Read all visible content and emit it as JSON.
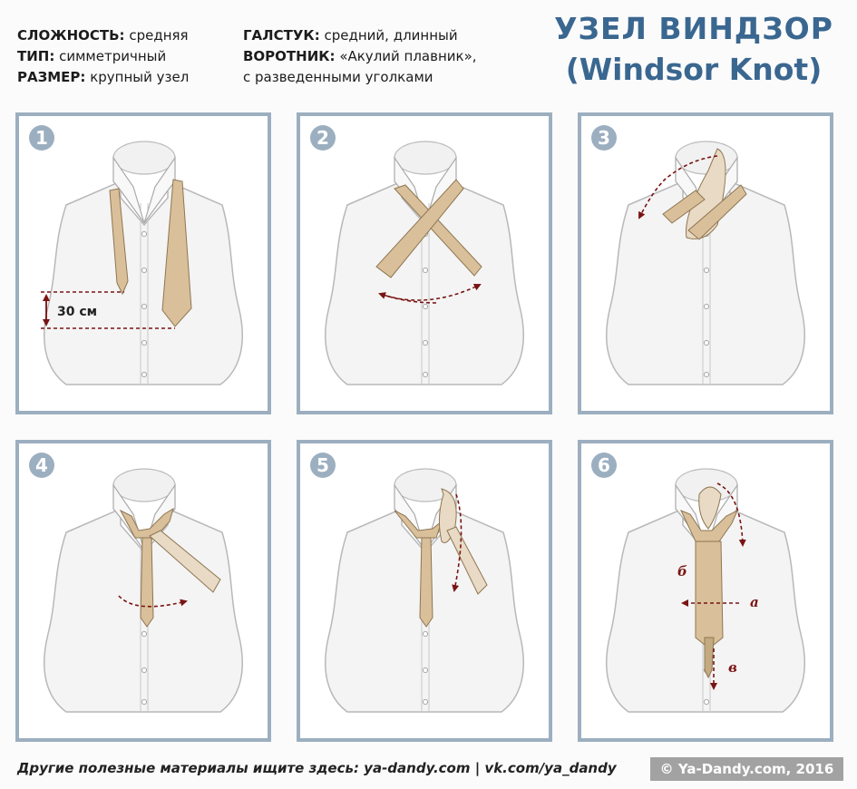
{
  "info": {
    "difficulty_label": "СЛОЖНОСТЬ:",
    "difficulty_value": "средняя",
    "type_label": "ТИП:",
    "type_value": "симметричный",
    "size_label": "РАЗМЕР:",
    "size_value": "крупный узел",
    "tie_label": "ГАЛСТУК:",
    "tie_value": "средний, длинный",
    "collar_label": "ВОРОТНИК:",
    "collar_value": "«Акулий плавник»,",
    "collar_value2": "с разведенными уголками"
  },
  "title": {
    "ru": "УЗЕЛ ВИНДЗОР",
    "en": "(Windsor Knot)"
  },
  "steps": [
    {
      "number": "1",
      "measure_label": "30 см"
    },
    {
      "number": "2"
    },
    {
      "number": "3"
    },
    {
      "number": "4"
    },
    {
      "number": "5"
    },
    {
      "number": "6",
      "label_a": "а",
      "label_b": "б",
      "label_v": "в"
    }
  ],
  "footer": {
    "text": "Другие полезные материалы ищите здесь: ya-dandy.com | vk.com/ya_dandy",
    "copyright": "© Ya-Dandy.com, 2016"
  },
  "colors": {
    "tie": "#d9c09a",
    "tie_light": "#e8dac4",
    "arrow": "#7a1414",
    "frame": "#9cafc0",
    "title": "#3a6790"
  }
}
